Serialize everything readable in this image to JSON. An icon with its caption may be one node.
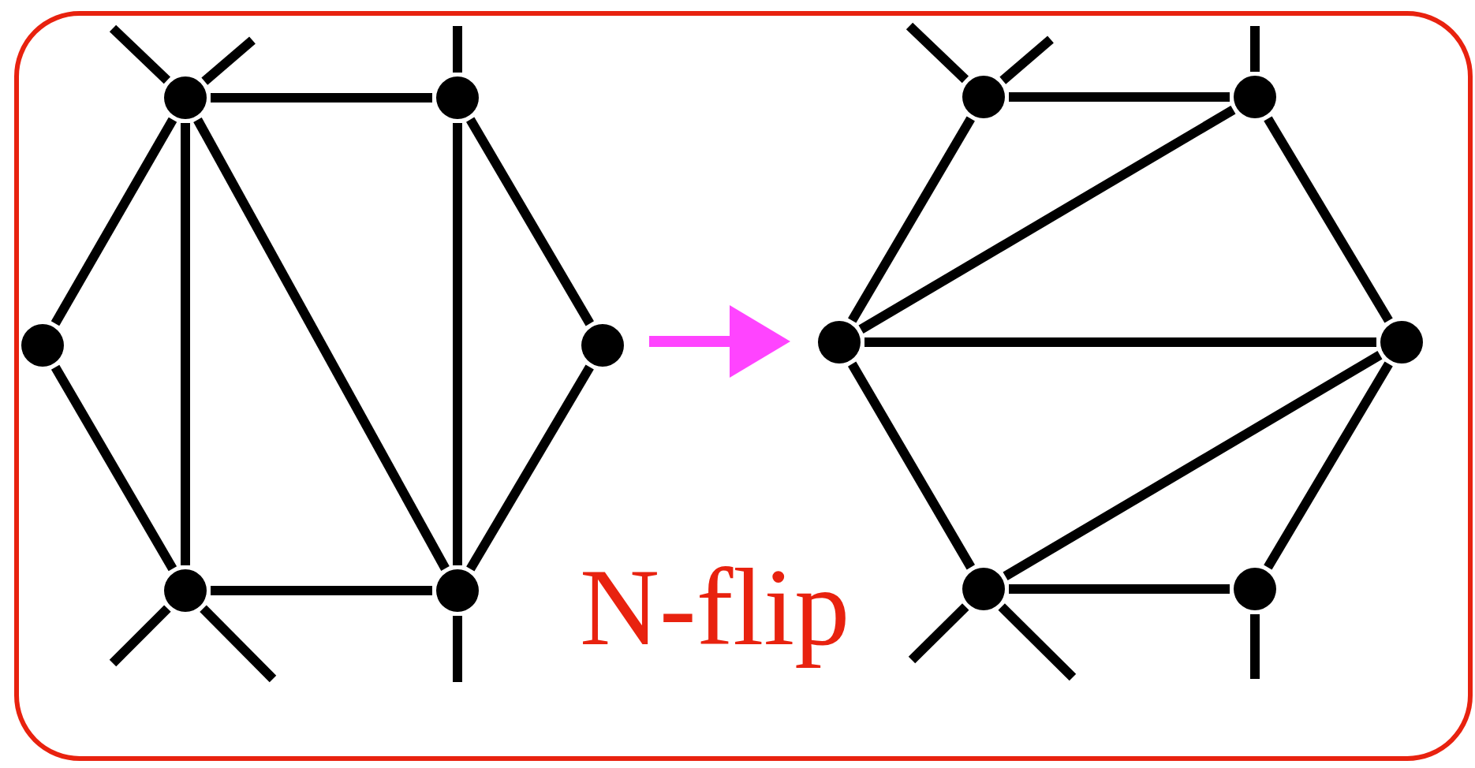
{
  "diagram": {
    "nodes": [
      {
        "text": [],
        "shape": "circle"
      },
      {
        "text": [],
        "shape": "circle"
      },
      {
        "text": [],
        "shape": "circle"
      },
      {
        "text": [],
        "shape": "circle"
      },
      {
        "text": [],
        "shape": "circle"
      },
      {
        "text": [],
        "shape": "circle"
      },
      {
        "text": [],
        "shape": "circle"
      },
      {
        "text": [],
        "shape": "circle"
      },
      {
        "text": [],
        "shape": "circle"
      },
      {
        "text": [],
        "shape": "circle"
      },
      {
        "text": [],
        "shape": "circle"
      },
      {
        "text": [],
        "shape": "circle"
      }
    ],
    "edges": [
      {
        "from": 0,
        "to": 1,
        "arrow": "none"
      },
      {
        "from": 0,
        "to": 2,
        "arrow": "none"
      },
      {
        "from": 0,
        "to": 4,
        "arrow": "none"
      },
      {
        "from": 0,
        "to": 5,
        "arrow": "none"
      },
      {
        "from": 1,
        "to": 3,
        "arrow": "none"
      },
      {
        "from": 1,
        "to": 5,
        "arrow": "none"
      },
      {
        "from": 2,
        "to": 4,
        "arrow": "none"
      },
      {
        "from": 3,
        "to": 5,
        "arrow": "none"
      },
      {
        "from": 4,
        "to": 5,
        "arrow": "none"
      },
      {
        "from": 0,
        "to": null,
        "arrow": "none"
      },
      {
        "from": 0,
        "to": null,
        "arrow": "none"
      },
      {
        "from": 1,
        "to": null,
        "arrow": "none"
      },
      {
        "from": 4,
        "to": null,
        "arrow": "none"
      },
      {
        "from": 4,
        "to": null,
        "arrow": "none"
      },
      {
        "from": 5,
        "to": null,
        "arrow": "none"
      },
      {
        "from": 6,
        "to": 7,
        "arrow": "none"
      },
      {
        "from": 6,
        "to": 8,
        "arrow": "none"
      },
      {
        "from": 7,
        "to": 8,
        "arrow": "none"
      },
      {
        "from": 7,
        "to": 9,
        "arrow": "none"
      },
      {
        "from": 8,
        "to": 9,
        "arrow": "none"
      },
      {
        "from": 9,
        "to": 10,
        "arrow": "none"
      },
      {
        "from": 9,
        "to": 11,
        "arrow": "none"
      },
      {
        "from": 8,
        "to": 10,
        "arrow": "none"
      },
      {
        "from": 10,
        "to": 11,
        "arrow": "none"
      },
      {
        "from": 6,
        "to": null,
        "arrow": "none"
      },
      {
        "from": 6,
        "to": null,
        "arrow": "none"
      },
      {
        "from": 7,
        "to": null,
        "arrow": "none"
      },
      {
        "from": 10,
        "to": null,
        "arrow": "none"
      },
      {
        "from": 10,
        "to": null,
        "arrow": "none"
      },
      {
        "from": 11,
        "to": null,
        "arrow": "none"
      }
    ],
    "labels": [
      "N-flip"
    ]
  }
}
